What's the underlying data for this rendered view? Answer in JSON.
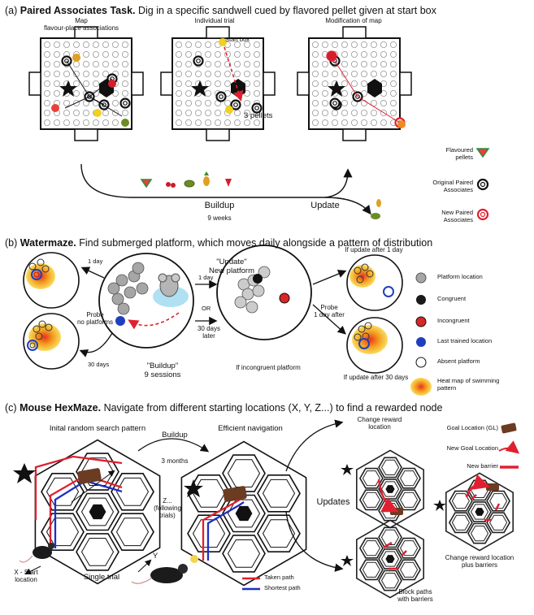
{
  "panel_a": {
    "tag": "(a)",
    "title_bold": "Paired Associates Task.",
    "title_rest": " Dig in a specific sandwell cued by flavored pellet given at start box",
    "arena1_caption": "Map\nflavour-place associations",
    "arena2_caption": "Individual trial",
    "start_box": "Start box",
    "pellets": "3 pellets",
    "arena3_caption": "Modification of map",
    "buildup": "Buildup",
    "buildup_duration": "9 weeks",
    "update": "Update",
    "legend": [
      {
        "label": "Flavoured\npellets",
        "icon": "watermelon-icon"
      },
      {
        "label": "Original Paired\nAssociates",
        "icon": "black-double-ring-icon"
      },
      {
        "label": "New Paired\nAssociates",
        "icon": "red-double-ring-icon"
      }
    ]
  },
  "panel_b": {
    "tag": "(b)",
    "title_bold": "Watermaze.",
    "title_rest": " Find submerged platform, which moves daily alongside a pattern of distribution",
    "one_day_left": "1 day",
    "probe_left": "Probe\nno platforms",
    "thirty_days_left": "30 days",
    "update_title": "\"Update\"\nNew platform",
    "one_day_mid": "1 day",
    "or": "OR",
    "thirty_days_later": "30 days\nlater",
    "buildup_title": "\"Buildup\"\n9 sessions",
    "if_incongruent": "If incongruent platform",
    "if_update_1": "If update after 1 day",
    "probe_right": "Probe\n1 day after",
    "if_update_30": "If update after 30 days",
    "legend": [
      {
        "label": "Platform location",
        "color": "#a6a6a6"
      },
      {
        "label": "Congruent",
        "color": "#1a1a1a"
      },
      {
        "label": "Incongruent",
        "color": "#d62828"
      },
      {
        "label": "Last trained location",
        "color": "#1f3fbf"
      },
      {
        "label": "Absent  platform",
        "color": "#ffffff"
      },
      {
        "label": "Heat map of swimming\npattern",
        "color": "#f5a623"
      }
    ]
  },
  "panel_c": {
    "tag": "(c)",
    "title_bold": "Mouse HexMaze.",
    "title_rest": " Navigate from different starting locations (X, Y, Z...) to find a rewarded node",
    "initial": "Inital random search pattern",
    "buildup": "Buildup",
    "duration": "3 months",
    "efficient": "Efficient navigation",
    "z_label": "Z...\n(following\ntrials)",
    "x_label": "X - Start\nlocation",
    "y_label": "Y",
    "single_trial": "Single trial",
    "updates": "Updates",
    "change_reward": "Change reward\nlocation",
    "block_paths": "Block paths\nwith barriers",
    "change_reward_barriers": "Change reward location\nplus barriers",
    "legend_path": [
      {
        "label": "Taken path",
        "color": "#e02030"
      },
      {
        "label": "Shortest path",
        "color": "#1f2fbf"
      }
    ],
    "legend_right": [
      {
        "label": "Goal Location (GL)",
        "icon": "chocolate-reward-icon"
      },
      {
        "label": "New Goal Location",
        "icon": "red-curved-arrow-icon"
      },
      {
        "label": "New barrier",
        "icon": "red-bar-icon"
      }
    ]
  }
}
